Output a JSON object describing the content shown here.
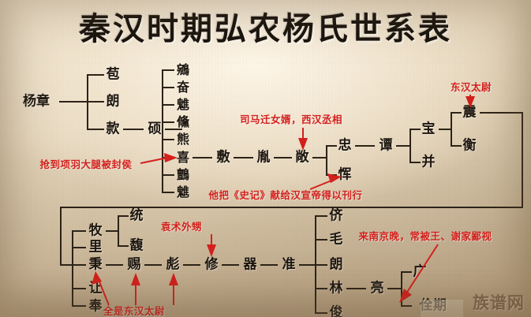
{
  "page": {
    "title": "秦汉时期弘农杨氏世系表",
    "watermark": "族谱网",
    "colors": {
      "ink": "#1d1710",
      "line": "#2c2318",
      "annotation_red": "#d3201c",
      "paper_light": "#efe3cd",
      "paper_dark": "#bda98c"
    }
  },
  "chart_data": {
    "type": "diagram",
    "diagram_kind": "genealogy-tree",
    "title": "秦汉时期弘农杨氏世系表",
    "root": "杨章",
    "nodes": {
      "root": "杨章",
      "gen2": [
        "苞",
        "朗",
        "款"
      ],
      "gen3": "硕",
      "shuo_children": [
        "鵷",
        "奋",
        "魋",
        "儵",
        "熊",
        "喜",
        "鸇",
        "魋"
      ],
      "xi_line": [
        "喜",
        "敷",
        "胤",
        "敞"
      ],
      "chang_children": [
        "忠",
        "恽"
      ],
      "zhong_line": [
        "忠",
        "谭"
      ],
      "tan_children": [
        "宝",
        "并"
      ],
      "bao_children": [
        "震",
        "衡"
      ],
      "zhen_children": [
        "牧",
        "里",
        "秉",
        "让",
        "奉"
      ],
      "mu_children": [
        "统",
        "馥"
      ],
      "bing_line": [
        "秉",
        "赐",
        "彪",
        "修",
        "器",
        "准"
      ],
      "zhun_children": [
        "侪",
        "毛",
        "朗",
        "林",
        "俊"
      ],
      "lin_line": [
        "林",
        "亮"
      ],
      "liang_children": [
        "广",
        "佺期"
      ]
    },
    "annotations": [
      {
        "id": "ann-qiangdao",
        "text": "抢到项羽大腿被封侯",
        "target": "喜"
      },
      {
        "id": "ann-simaqian",
        "text": "司马迁女婿，西汉丞相",
        "target": "敞"
      },
      {
        "id": "ann-shiji",
        "text": "他把《史记》献给汉宣帝得以刊行",
        "target": "恽"
      },
      {
        "id": "ann-taiwei",
        "text": "东汉太尉",
        "target": "震"
      },
      {
        "id": "ann-yuanshu",
        "text": "袁术外甥",
        "target": "修"
      },
      {
        "id": "ann-quanshi",
        "text": "全是东汉太尉",
        "target": "秉/赐/彪"
      },
      {
        "id": "ann-nanjing",
        "text": "来南京晚，常被王、谢家鄙视",
        "target": "佺期"
      }
    ]
  },
  "names": {
    "root": "杨章",
    "bao": "苞",
    "lang": "朗",
    "kuan": "款",
    "shuo": "硕",
    "c1": "鵷",
    "c2": "奋",
    "c3": "魋",
    "c4": "儵",
    "c5": "熊",
    "c6": "喜",
    "c7": "鸇",
    "c8": "魋",
    "fu": "敷",
    "yin": "胤",
    "chang": "敞",
    "zhong": "忠",
    "yun": "恽",
    "tan": "谭",
    "bao2": "宝",
    "bing2": "并",
    "zhen": "震",
    "heng": "衡",
    "mu": "牧",
    "li": "里",
    "bing": "秉",
    "rang": "让",
    "feng": "奉",
    "tong": "统",
    "fu2": "馥",
    "ci": "赐",
    "biao": "彪",
    "xiu": "修",
    "qi": "器",
    "zhun": "准",
    "chai": "侪",
    "mao": "毛",
    "lang2": "朗",
    "lin": "林",
    "jun": "俊",
    "liang": "亮",
    "guang": "广",
    "quanqi": "佺期"
  },
  "annotations": {
    "qiangdao": "抢到项羽大腿被封侯",
    "simaqian": "司马迁女婿，西汉丞相",
    "shiji": "他把《史记》献给汉宣帝得以刊行",
    "taiwei": "东汉太尉",
    "yuanshu": "袁术外甥",
    "quanshi": "全是东汉太尉",
    "nanjing": "来南京晚，常被王、谢家鄙视"
  }
}
